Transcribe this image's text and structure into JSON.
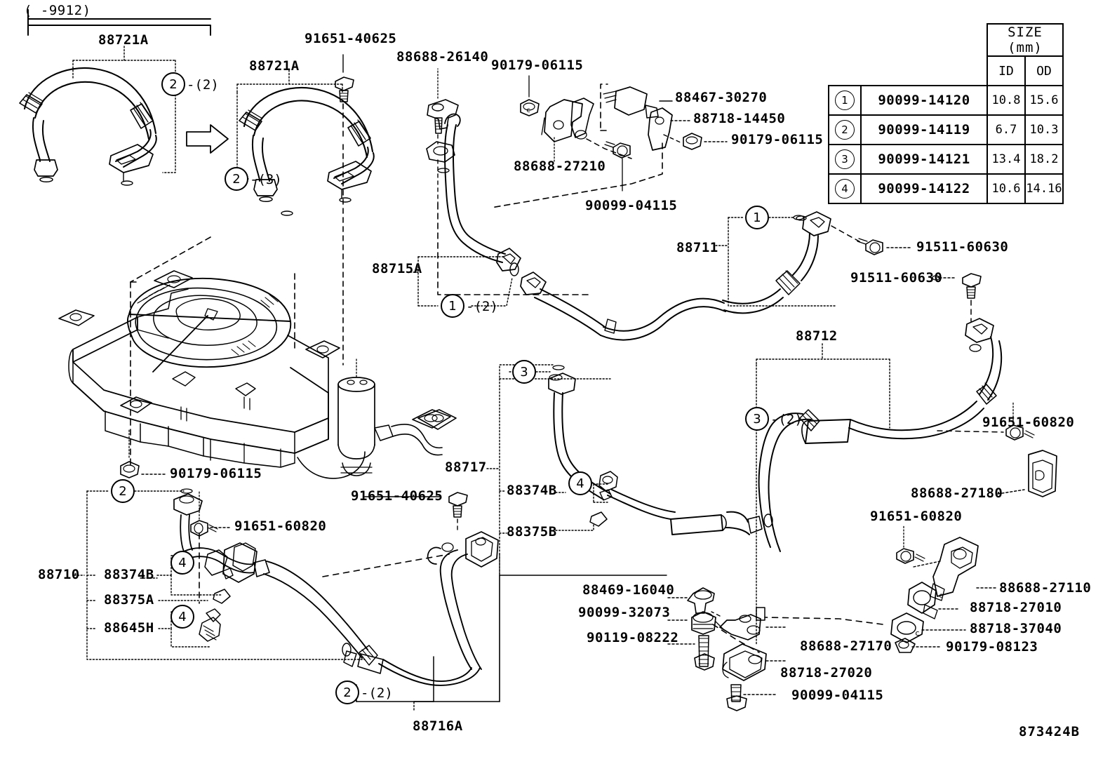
{
  "diagram": {
    "number": "873424B",
    "date_note": "(    -9912)"
  },
  "size_table": {
    "header_main": "SIZE (mm)",
    "header_id": "ID",
    "header_od": "OD",
    "rows": [
      {
        "index": "1",
        "part_number": "90099-14120",
        "id": "10.8",
        "od": "15.6"
      },
      {
        "index": "2",
        "part_number": "90099-14119",
        "id": "6.7",
        "od": "10.3"
      },
      {
        "index": "3",
        "part_number": "90099-14121",
        "id": "13.4",
        "od": "18.2"
      },
      {
        "index": "4",
        "part_number": "90099-14122",
        "id": "10.6",
        "od": "14.16"
      }
    ]
  },
  "callouts": [
    {
      "id": "c_88721A_left",
      "text": "88721A"
    },
    {
      "id": "c_88721A_right",
      "text": "88721A"
    },
    {
      "id": "c_91651_40625_t",
      "text": "91651-40625"
    },
    {
      "id": "c_88688_26140",
      "text": "88688-26140"
    },
    {
      "id": "c_90179_06115_t",
      "text": "90179-06115"
    },
    {
      "id": "c_88467_30270",
      "text": "88467-30270"
    },
    {
      "id": "c_88718_14450",
      "text": "88718-14450"
    },
    {
      "id": "c_90179_06115_r",
      "text": "90179-06115"
    },
    {
      "id": "c_88688_27210",
      "text": "88688-27210"
    },
    {
      "id": "c_90099_04115_t",
      "text": "90099-04115"
    },
    {
      "id": "c_88715A",
      "text": "88715A"
    },
    {
      "id": "c_88711",
      "text": "88711"
    },
    {
      "id": "c_91511_60630_a",
      "text": "91511-60630"
    },
    {
      "id": "c_91511_60630_b",
      "text": "91511-60630"
    },
    {
      "id": "c_88712",
      "text": "88712"
    },
    {
      "id": "c_91651_60820_r",
      "text": "91651-60820"
    },
    {
      "id": "c_88688_27180",
      "text": "88688-27180"
    },
    {
      "id": "c_91651_60820_b",
      "text": "91651-60820"
    },
    {
      "id": "c_88688_27110",
      "text": "88688-27110"
    },
    {
      "id": "c_88718_27010",
      "text": "88718-27010"
    },
    {
      "id": "c_88718_37040",
      "text": "88718-37040"
    },
    {
      "id": "c_90179_08123",
      "text": "90179-08123"
    },
    {
      "id": "c_88717",
      "text": "88717"
    },
    {
      "id": "c_88374B_mid",
      "text": "88374B"
    },
    {
      "id": "c_88375B",
      "text": "88375B"
    },
    {
      "id": "c_90179_06115_l",
      "text": "90179-06115"
    },
    {
      "id": "c_91651_60820_l",
      "text": "91651-60820"
    },
    {
      "id": "c_88710",
      "text": "88710"
    },
    {
      "id": "c_88374B_left",
      "text": "88374B"
    },
    {
      "id": "c_88375A",
      "text": "88375A"
    },
    {
      "id": "c_88645H",
      "text": "88645H"
    },
    {
      "id": "c_91651_40625_b",
      "text": "91651-40625"
    },
    {
      "id": "c_88716A",
      "text": "88716A"
    },
    {
      "id": "c_88469_16040",
      "text": "88469-16040"
    },
    {
      "id": "c_90099_32073",
      "text": "90099-32073"
    },
    {
      "id": "c_90119_08222",
      "text": "90119-08222"
    },
    {
      "id": "c_88688_27170",
      "text": "88688-27170"
    },
    {
      "id": "c_88718_27020",
      "text": "88718-27020"
    },
    {
      "id": "c_90099_04115_b",
      "text": "90099-04115"
    }
  ],
  "circle_markers": [
    {
      "id": "m1",
      "number": "2",
      "qty": "-(2)"
    },
    {
      "id": "m2",
      "number": "2",
      "qty": "-(3)"
    },
    {
      "id": "m3",
      "number": "1",
      "qty": ""
    },
    {
      "id": "m4",
      "number": "1",
      "qty": "-(2)"
    },
    {
      "id": "m5",
      "number": "3",
      "qty": ""
    },
    {
      "id": "m6",
      "number": "3",
      "qty": "-(2)"
    },
    {
      "id": "m7",
      "number": "4",
      "qty": ""
    },
    {
      "id": "m8",
      "number": "2",
      "qty": ""
    },
    {
      "id": "m9",
      "number": "4",
      "qty": ""
    },
    {
      "id": "m10",
      "number": "4",
      "qty": ""
    },
    {
      "id": "m11",
      "number": "2",
      "qty": "-(2)"
    }
  ]
}
